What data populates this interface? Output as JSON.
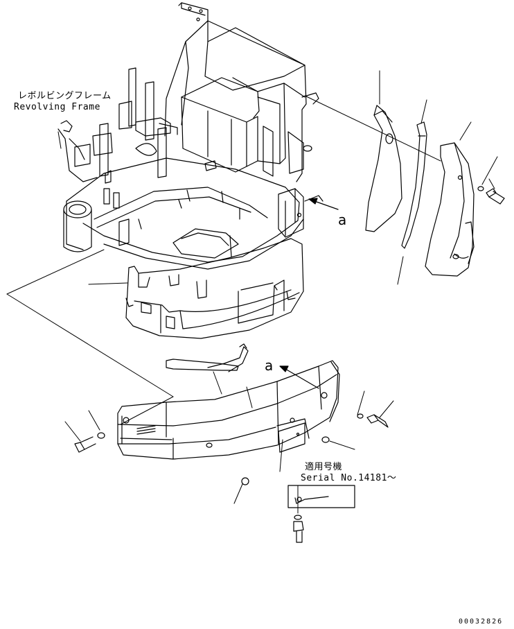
{
  "labels": {
    "revolving_frame_jp": "レボルビングフレーム",
    "revolving_frame_en": "Revolving Frame",
    "serial_jp": "適用号機",
    "serial_en": "Serial No.14181～",
    "callout_upper": "a",
    "callout_lower": "a",
    "doc_number": "00032826"
  }
}
